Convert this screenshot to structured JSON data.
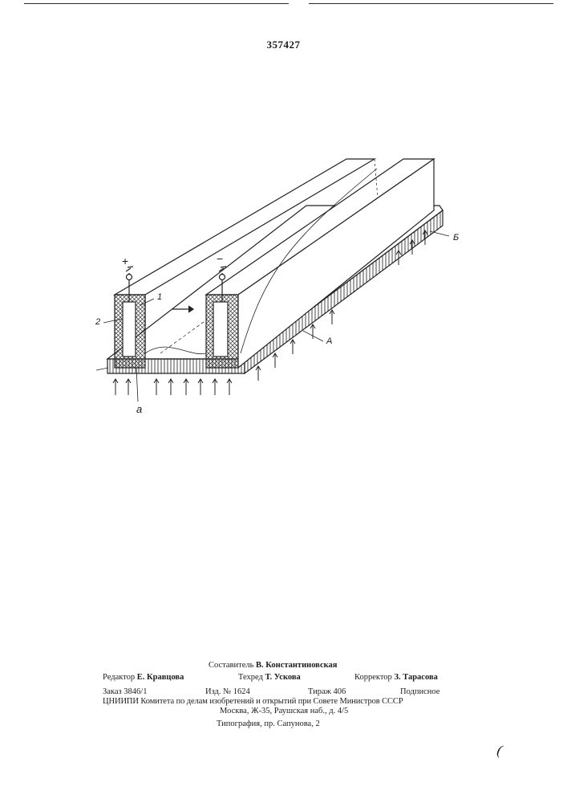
{
  "patent_number": "357427",
  "figure_labels": {
    "plus": "+",
    "minus": "−",
    "label_1": "1",
    "label_2": "2",
    "label_a": "A",
    "label_b": "Б",
    "label_o": "a"
  },
  "imprint": {
    "compiler_prefix": "Составитель",
    "compiler_name": "В. Константиновская",
    "editor_prefix": "Редактор",
    "editor_name": "Е. Кравцова",
    "techred_prefix": "Техред",
    "techred_name": "Т. Ускова",
    "corrector_prefix": "Корректор",
    "corrector_name": "З. Тарасова",
    "order": "Заказ 3846/1",
    "edition": "Изд. № 1624",
    "print_run": "Тираж 406",
    "subscription": "Подписное",
    "org_line": "ЦНИИПИ Комитета по делам изобретений и открытий при Совете Министров СССР",
    "address_line": "Москва, Ж-35, Раушская наб., д. 4/5",
    "typography_line": "Типография, пр. Сапунова, 2"
  },
  "stray_mark": "("
}
